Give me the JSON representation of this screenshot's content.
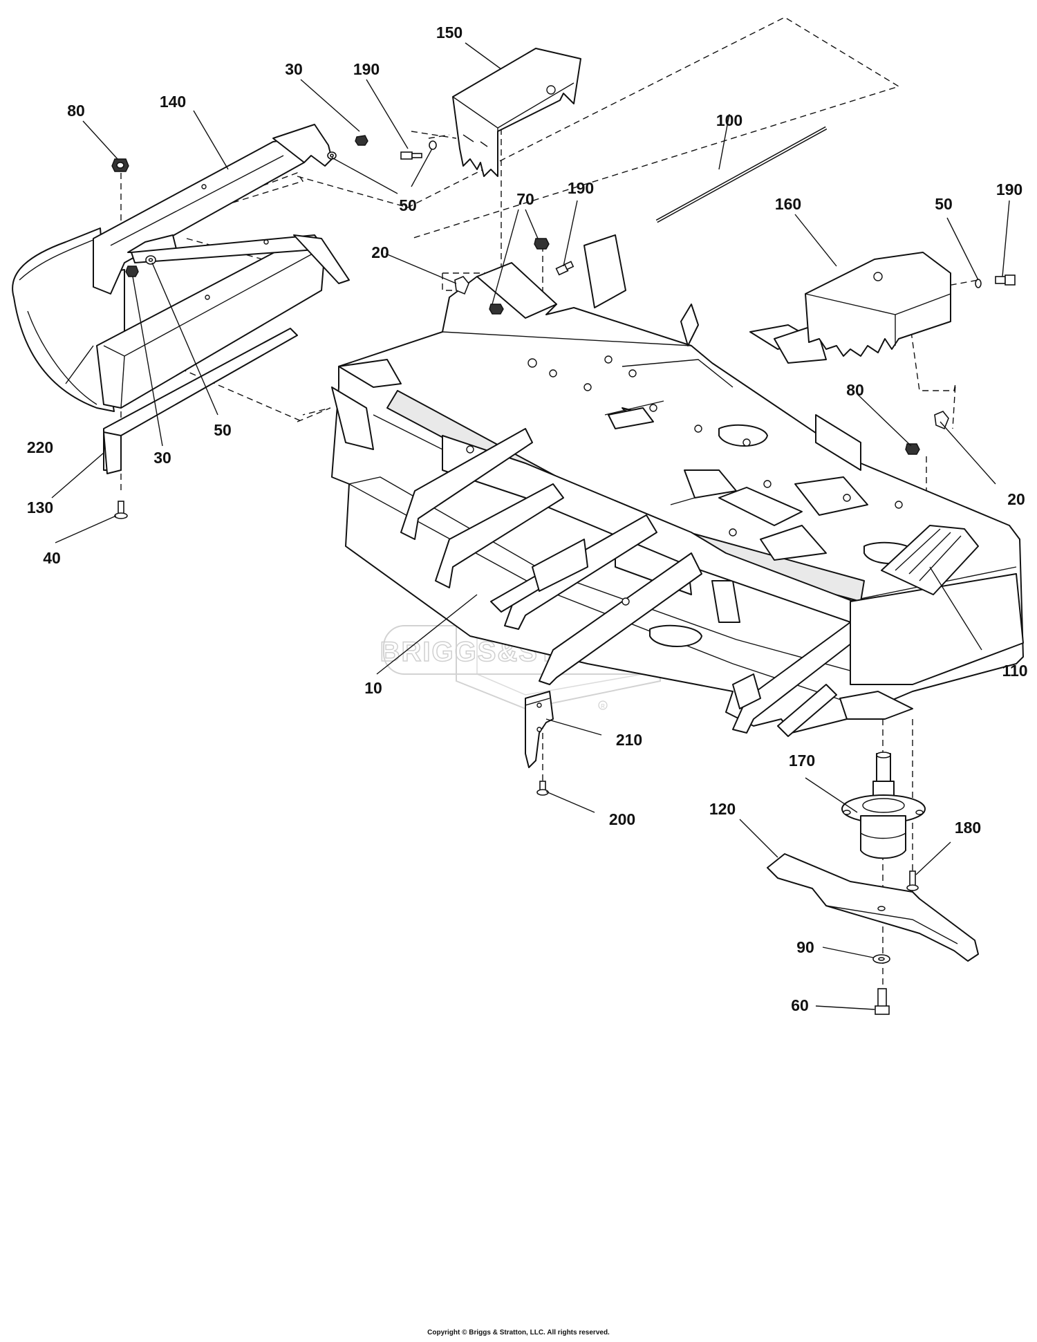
{
  "watermark": {
    "text": "BRIGGS&STRATTON",
    "mark": "registered-mark-icon"
  },
  "callouts": [
    {
      "id": "c10",
      "label": "10"
    },
    {
      "id": "c20a",
      "label": "20"
    },
    {
      "id": "c20b",
      "label": "20"
    },
    {
      "id": "c30a",
      "label": "30"
    },
    {
      "id": "c30b",
      "label": "30"
    },
    {
      "id": "c40",
      "label": "40"
    },
    {
      "id": "c50a",
      "label": "50"
    },
    {
      "id": "c50b",
      "label": "50"
    },
    {
      "id": "c50c",
      "label": "50"
    },
    {
      "id": "c60",
      "label": "60"
    },
    {
      "id": "c70",
      "label": "70"
    },
    {
      "id": "c80a",
      "label": "80"
    },
    {
      "id": "c80b",
      "label": "80"
    },
    {
      "id": "c90",
      "label": "90"
    },
    {
      "id": "c100",
      "label": "100"
    },
    {
      "id": "c110",
      "label": "110"
    },
    {
      "id": "c120",
      "label": "120"
    },
    {
      "id": "c130",
      "label": "130"
    },
    {
      "id": "c140",
      "label": "140"
    },
    {
      "id": "c150",
      "label": "150"
    },
    {
      "id": "c160",
      "label": "160"
    },
    {
      "id": "c170",
      "label": "170"
    },
    {
      "id": "c180",
      "label": "180"
    },
    {
      "id": "c190a",
      "label": "190"
    },
    {
      "id": "c190b",
      "label": "190"
    },
    {
      "id": "c190c",
      "label": "190"
    },
    {
      "id": "c200",
      "label": "200"
    },
    {
      "id": "c210",
      "label": "210"
    },
    {
      "id": "c220",
      "label": "220"
    }
  ],
  "footer": {
    "copyright": "Copyright © Briggs & Stratton, LLC. All rights reserved."
  }
}
